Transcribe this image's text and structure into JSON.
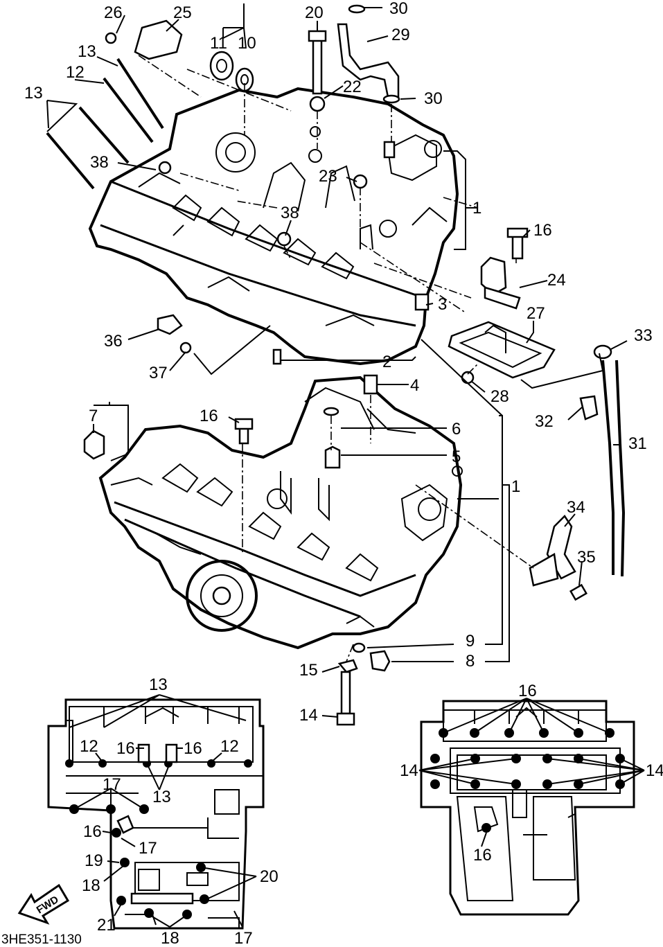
{
  "diagram": {
    "drawing_code": "3HE351-1130",
    "direction_label": "FWD",
    "callouts": {
      "n1": "1",
      "n2": "2",
      "n3": "3",
      "n4": "4",
      "n5": "5",
      "n6": "6",
      "n7": "7",
      "n8": "8",
      "n9": "9",
      "n10": "10",
      "n11": "11",
      "n12": "12",
      "n13": "13",
      "n14": "14",
      "n15": "15",
      "n16": "16",
      "n17": "17",
      "n18": "18",
      "n19": "19",
      "n20": "20",
      "n21": "21",
      "n22": "22",
      "n23": "23",
      "n24": "24",
      "n25": "25",
      "n26": "26",
      "n27": "27",
      "n28": "28",
      "n29": "29",
      "n30": "30",
      "n31": "31",
      "n32": "32",
      "n33": "33",
      "n34": "34",
      "n35": "35",
      "n36": "36",
      "n37": "37",
      "n38": "38"
    }
  }
}
